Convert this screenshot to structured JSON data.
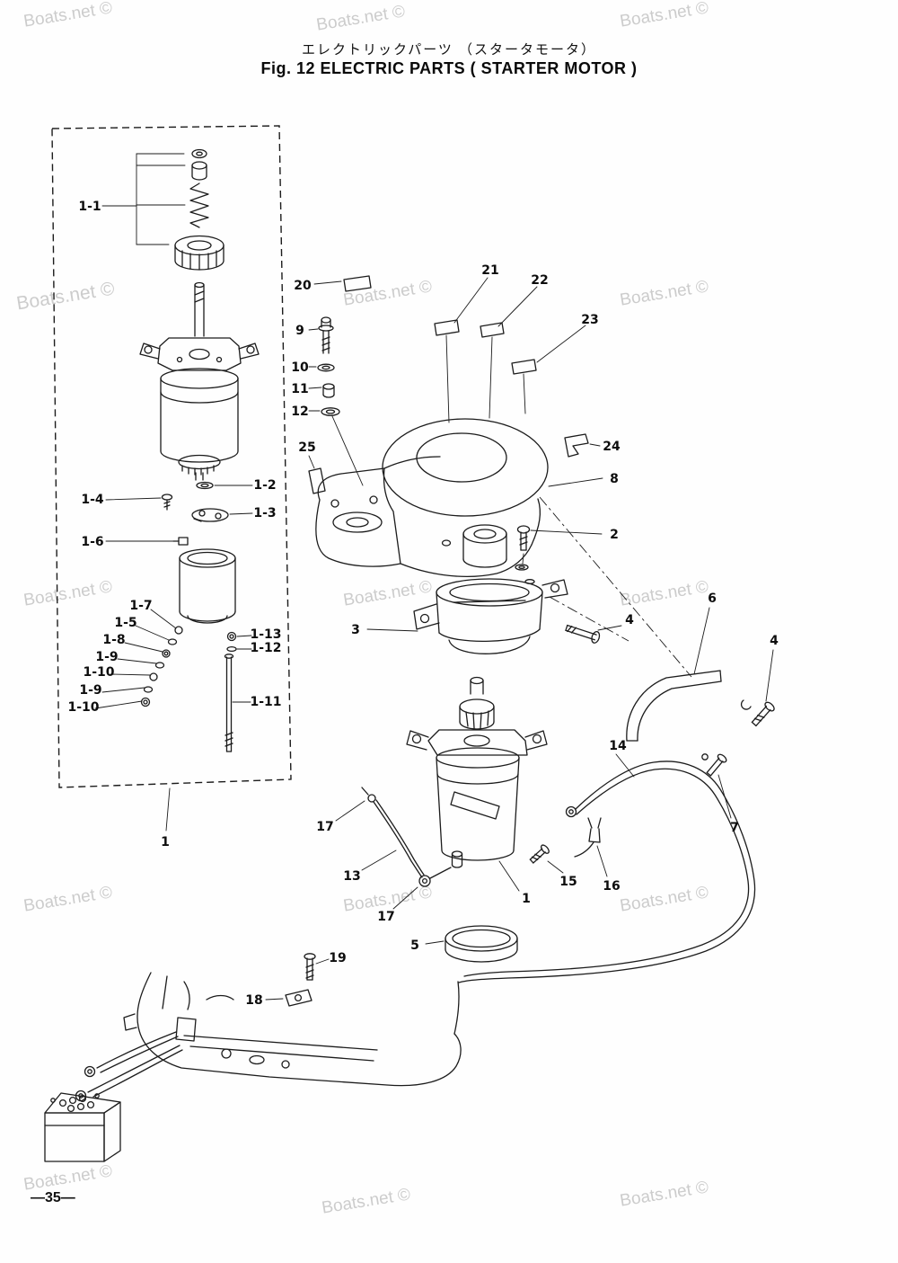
{
  "titles": {
    "ja": "エレクトリックパーツ （スタータモータ）",
    "en": "Fig. 12  ELECTRIC PARTS ( STARTER MOTOR )"
  },
  "watermark": {
    "text": "Boats.net ©"
  },
  "page": {
    "number": "—35—"
  },
  "callouts": {
    "c1_1": "1-1",
    "c1_2": "1-2",
    "c1_3": "1-3",
    "c1_4": "1-4",
    "c1_5": "1-5",
    "c1_6": "1-6",
    "c1_7": "1-7",
    "c1_8": "1-8",
    "c1_9a": "1-9",
    "c1_9b": "1-9",
    "c1_10a": "1-10",
    "c1_10b": "1-10",
    "c1_11": "1-11",
    "c1_12": "1-12",
    "c1_13": "1-13",
    "c1_box": "1",
    "c1_main": "1",
    "c2": "2",
    "c3": "3",
    "c4a": "4",
    "c4b": "4",
    "c5": "5",
    "c6": "6",
    "c7": "7",
    "c8": "8",
    "c9": "9",
    "c10": "10",
    "c11": "11",
    "c12": "12",
    "c13": "13",
    "c14": "14",
    "c15": "15",
    "c16": "16",
    "c17a": "17",
    "c17b": "17",
    "c18": "18",
    "c19": "19",
    "c20": "20",
    "c21": "21",
    "c22": "22",
    "c23": "23",
    "c24": "24",
    "c25": "25"
  }
}
